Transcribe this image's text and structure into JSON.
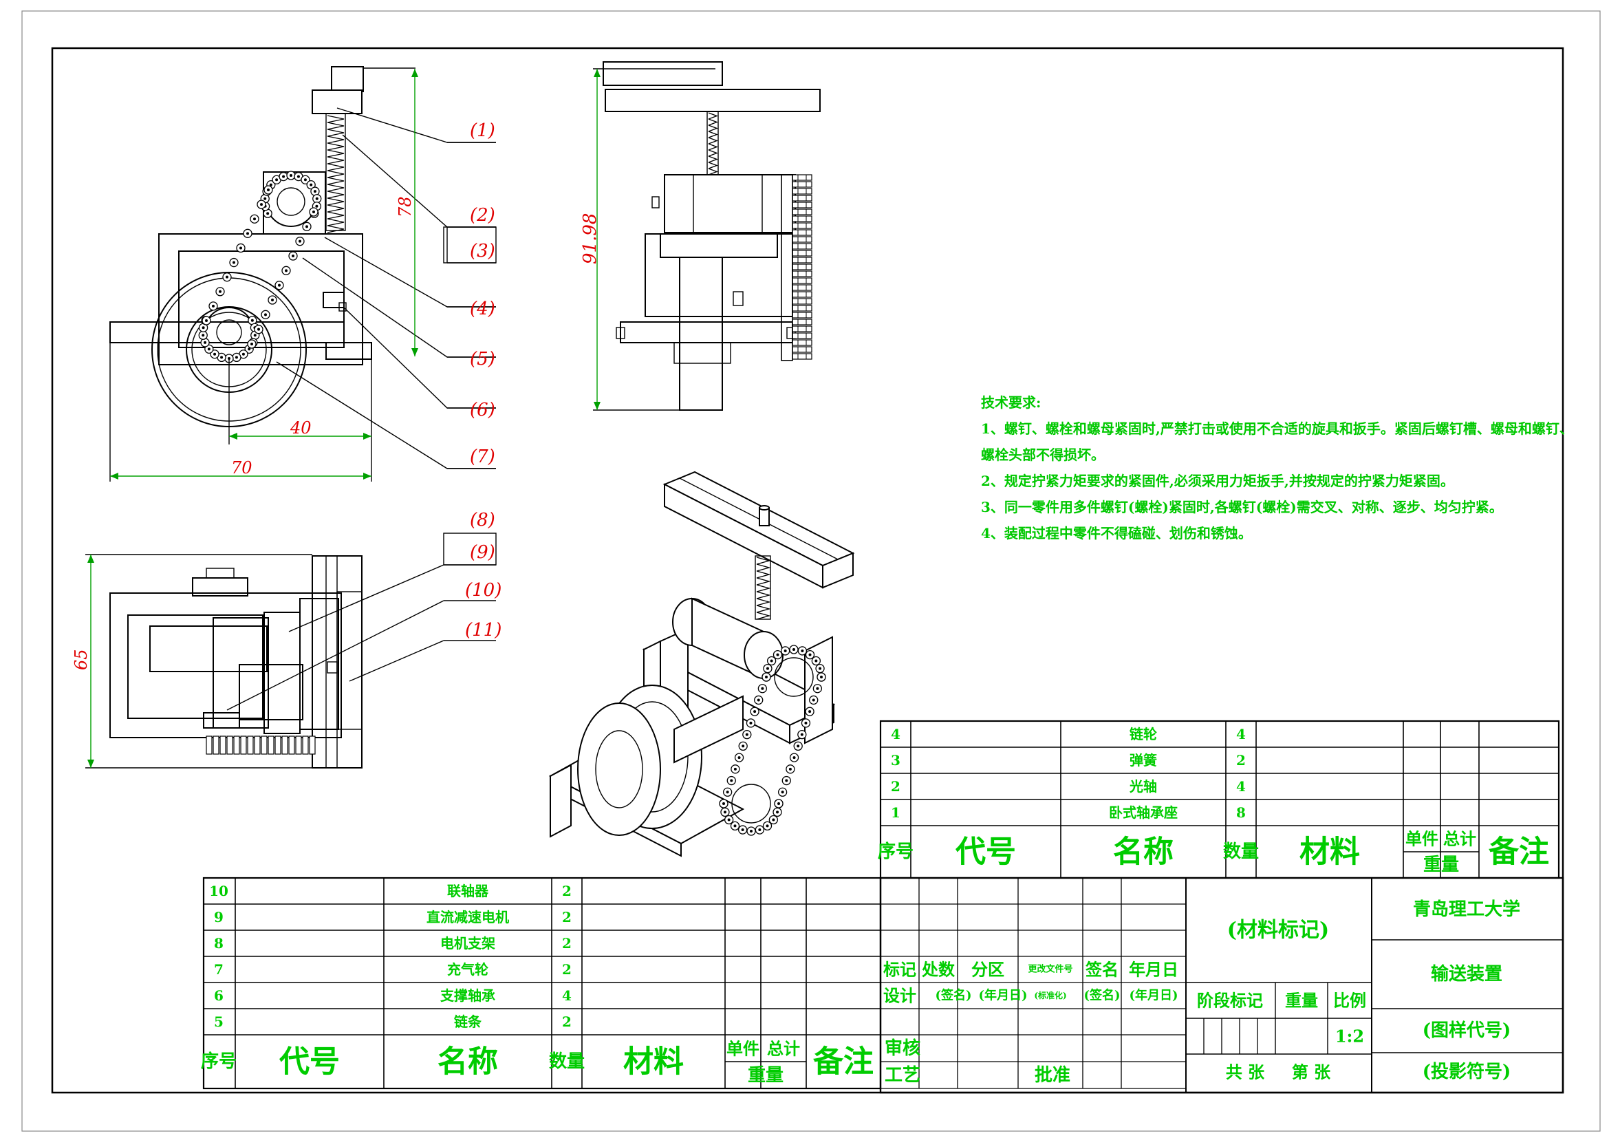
{
  "balloons": [
    "(1)",
    "(2)",
    "(3)",
    "(4)",
    "(5)",
    "(6)",
    "(7)",
    "(8)",
    "(9)",
    "(10)",
    "(11)"
  ],
  "dimensions": {
    "front_h": "78",
    "front_w1": "40",
    "front_w2": "70",
    "side_h": "91.98",
    "top_h": "65"
  },
  "tech_requirements": {
    "title": "技术要求:",
    "lines": [
      "1、螺钉、螺栓和螺母紧固时,严禁打击或使用不合适的旋具和扳手。紧固后螺钉槽、螺母和螺钉、",
      "螺栓头部不得损坏。",
      "2、规定拧紧力矩要求的紧固件,必须采用力矩扳手,并按规定的拧紧力矩紧固。",
      "3、同一零件用多件螺钉(螺栓)紧固时,各螺钉(螺栓)需交叉、对称、逐步、均匀拧紧。",
      "4、装配过程中零件不得磕碰、划伤和锈蚀。"
    ]
  },
  "parts_upper": {
    "rows": [
      {
        "no": "4",
        "name": "链轮",
        "qty": "4"
      },
      {
        "no": "3",
        "name": "弹簧",
        "qty": "2"
      },
      {
        "no": "2",
        "name": "光轴",
        "qty": "4"
      },
      {
        "no": "1",
        "name": "卧式轴承座",
        "qty": "8"
      }
    ],
    "header": {
      "no": "序号",
      "code": "代号",
      "name": "名称",
      "qty": "数量",
      "material": "材料",
      "unit": "单件",
      "total": "总计",
      "weight": "重量",
      "remark": "备注"
    }
  },
  "parts_lower": {
    "rows": [
      {
        "no": "10",
        "name": "联轴器",
        "qty": "2"
      },
      {
        "no": "9",
        "name": "直流减速电机",
        "qty": "2"
      },
      {
        "no": "8",
        "name": "电机支架",
        "qty": "2"
      },
      {
        "no": "7",
        "name": "充气轮",
        "qty": "2"
      },
      {
        "no": "6",
        "name": "支撑轴承",
        "qty": "4"
      },
      {
        "no": "5",
        "name": "链条",
        "qty": "2"
      }
    ],
    "header": {
      "no": "序号",
      "code": "代号",
      "name": "名称",
      "qty": "数量",
      "material": "材料",
      "unit": "单件",
      "total": "总计",
      "weight": "重量",
      "remark": "备注"
    }
  },
  "title_block": {
    "material_mark": "(材料标记)",
    "university": "青岛理工大学",
    "drawing_name": "输送装置",
    "drawing_code": "(图样代号)",
    "projection": "(投影符号)",
    "stage_mark": "阶段标记",
    "weight": "重量",
    "scale_label": "比例",
    "scale": "1:2",
    "sheets": "共  张",
    "sheet_no": "第  张",
    "h_mark": "标记",
    "h_count": "处数",
    "h_zone": "分区",
    "h_change": "更改文件号",
    "h_sign": "签名",
    "h_date": "年月日",
    "design": "设计",
    "sign1": "(签名)",
    "date1": "(年月日)",
    "std": "(标准化)",
    "sign2": "(签名)",
    "date2": "(年月日)",
    "review": "审核",
    "process": "工艺",
    "approve": "批准"
  }
}
